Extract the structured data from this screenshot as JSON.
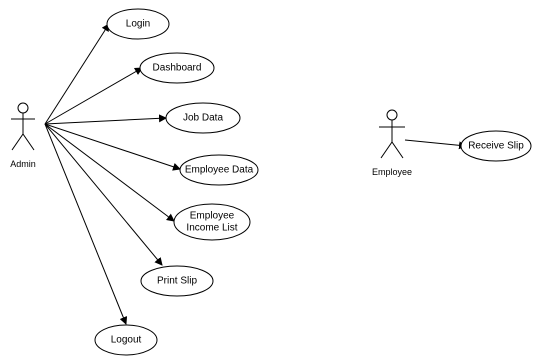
{
  "actors": {
    "admin": {
      "label": "Admin"
    },
    "employee": {
      "label": "Employee"
    }
  },
  "use_cases": {
    "login": "Login",
    "dashboard": "Dashboard",
    "job_data": "Job Data",
    "employee_data": "Employee Data",
    "employee_income_list": [
      "Employee",
      "Income List"
    ],
    "print_slip": "Print Slip",
    "logout": "Logout",
    "receive_slip": "Receive Slip"
  },
  "colors": {
    "stroke": "#000000",
    "background": "#ffffff"
  }
}
